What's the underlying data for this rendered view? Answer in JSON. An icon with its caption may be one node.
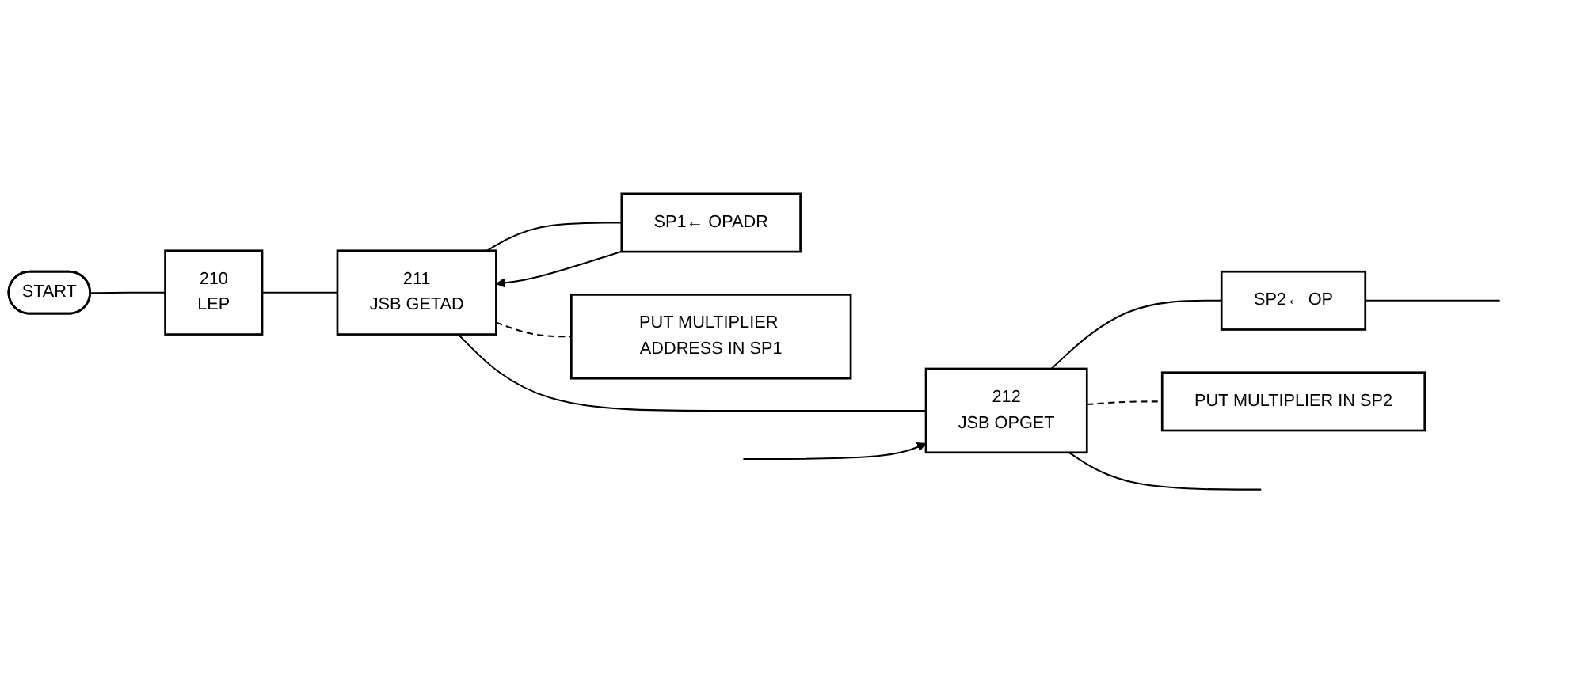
{
  "diagram": {
    "nodes": [
      {
        "text": [
          "START"
        ]
      },
      {
        "text": [
          "210",
          "LEP"
        ]
      },
      {
        "text": [
          "211",
          "JSB GETAD"
        ]
      },
      {
        "text": [
          "SP1← OPADR"
        ]
      },
      {
        "text": [
          "PUT MULTIPLIER ADDRESS IN SP1"
        ]
      },
      {
        "text": [
          "212",
          "JSB OPGET"
        ]
      },
      {
        "text": [
          "SP2← OP"
        ]
      },
      {
        "text": [
          "PUT MULTIPLIER IN SP2"
        ]
      }
    ],
    "edges": [
      {
        "from": 0,
        "to": 1,
        "arrow": "none"
      },
      {
        "from": 1,
        "to": 2,
        "arrow": "none"
      },
      {
        "from": 2,
        "to": 3,
        "arrow": "none"
      },
      {
        "from": 3,
        "to": 2,
        "arrow": "to"
      },
      {
        "from": 2,
        "to": 4,
        "arrow": "none",
        "style": "dashed"
      },
      {
        "from": 2,
        "to": 5,
        "arrow": "none"
      },
      {
        "from": 5,
        "to": 6,
        "arrow": "none"
      },
      {
        "from": null,
        "to": 5,
        "arrow": "to"
      },
      {
        "from": 6,
        "to": null,
        "arrow": "none"
      },
      {
        "from": 5,
        "to": null,
        "arrow": "none"
      },
      {
        "from": 5,
        "to": 7,
        "arrow": "none",
        "style": "dashed"
      }
    ]
  }
}
